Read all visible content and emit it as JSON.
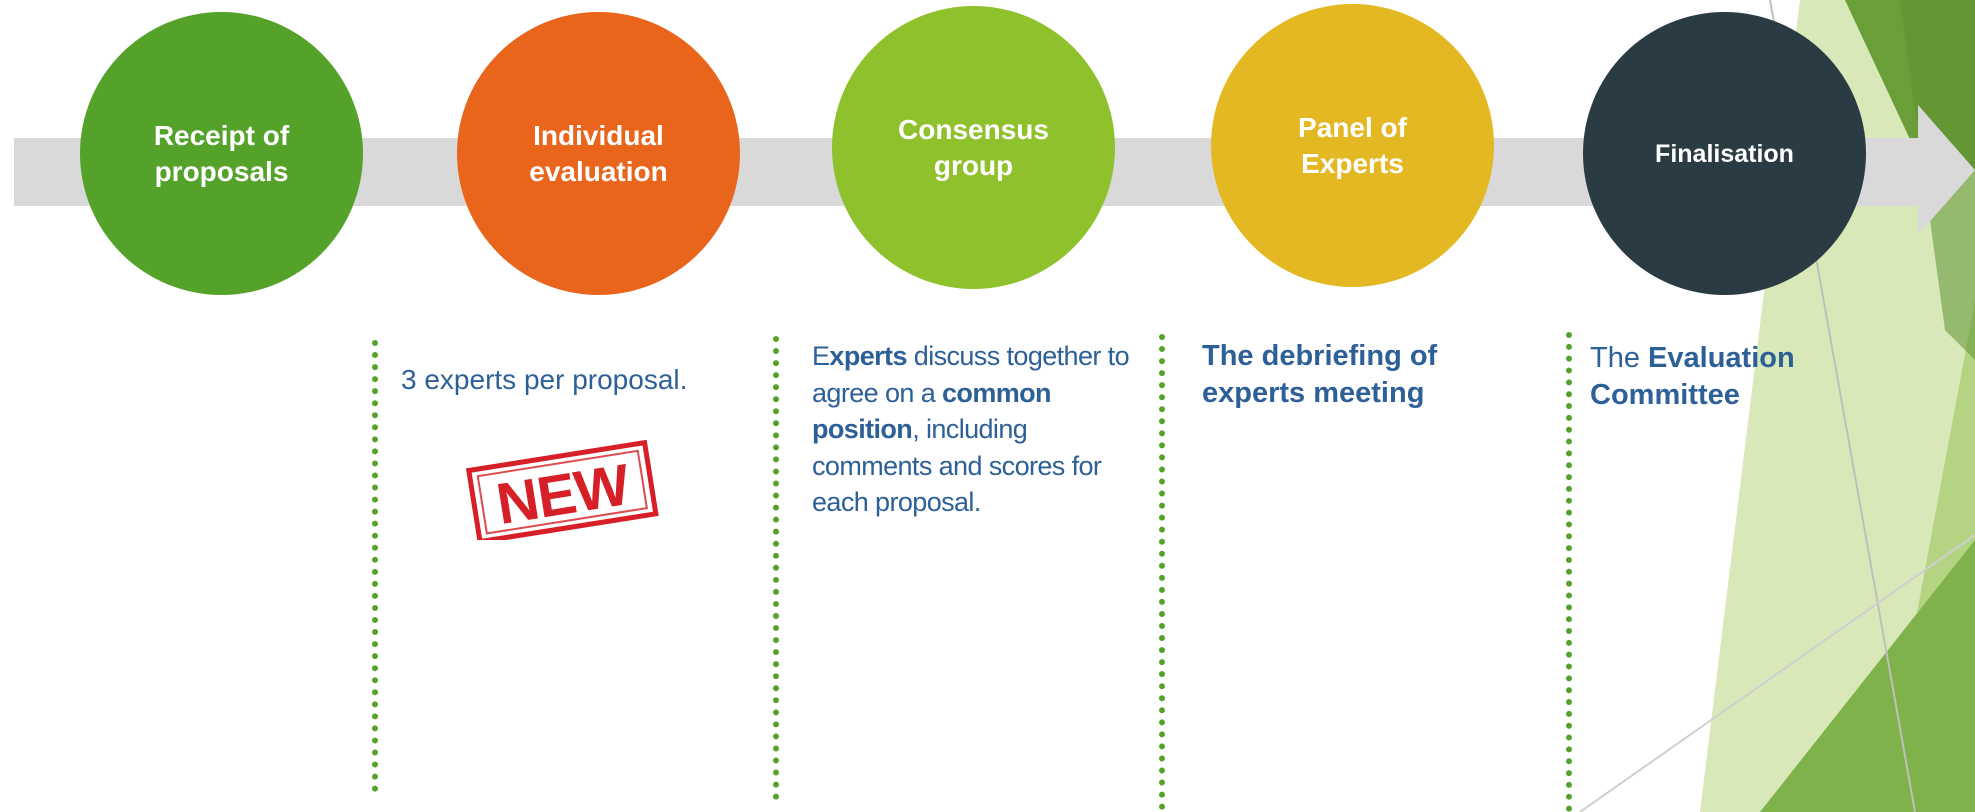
{
  "steps": [
    {
      "line1": "Receipt of",
      "line2": "proposals",
      "color": "#55a22a"
    },
    {
      "line1": "Individual",
      "line2": "evaluation",
      "color": "#e8651b"
    },
    {
      "line1": "Consensus",
      "line2": "group",
      "color": "#8fc12d"
    },
    {
      "line1": "Panel of",
      "line2": "Experts",
      "color": "#e4b823"
    },
    {
      "line1": "Finalisation",
      "line2": "",
      "color": "#2b3b44"
    }
  ],
  "details": {
    "individual": {
      "text": "3 experts per proposal.",
      "stamp": "NEW"
    },
    "consensus": {
      "p1": "E",
      "b1": "xperts",
      "p2": " discuss together to agree on a ",
      "b2": "common position",
      "p3": ", including comments and scores for each proposal."
    },
    "panel": {
      "bold": "The debriefing of experts meeting"
    },
    "finalisation": {
      "plain": "The ",
      "bold": "Evaluation Committee"
    }
  },
  "colors": {
    "arrow": "#d9d9d9",
    "text": "#2e6098",
    "dots": "#55a22a",
    "stamp": "#d61f26",
    "deco_light": "#d8e8b8",
    "deco_mid": "#b4d484",
    "deco_dark": "#6a9e38"
  }
}
